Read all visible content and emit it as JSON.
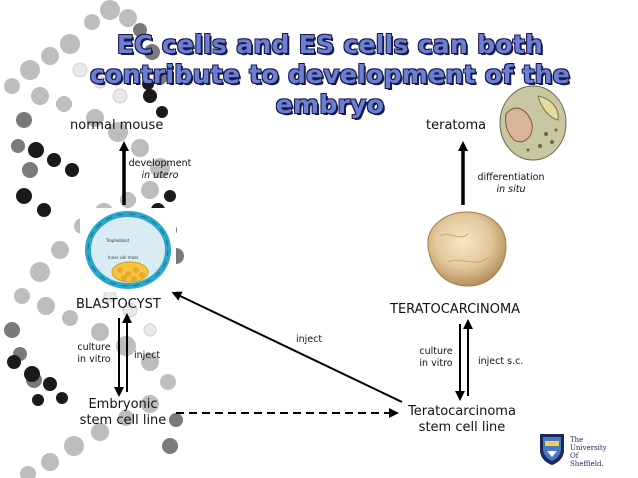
{
  "title": {
    "line1": "EC cells and ES cells can both",
    "line2": "contribute to development of the",
    "line3": "embryo"
  },
  "left": {
    "top_label": "normal mouse",
    "arrow_label_1": "development",
    "arrow_label_2": "in utero",
    "blastocyst_inner_1": "Trophoblast",
    "blastocyst_inner_2": "Inner cell mass",
    "middle_label": "BLASTOCYST",
    "culture_label_1": "culture",
    "culture_label_2": "in vitro",
    "inject_label": "inject",
    "bottom_label_1": "Embryonic",
    "bottom_label_2": "stem cell line"
  },
  "right": {
    "top_label": "teratoma",
    "arrow_label_1": "differentiation",
    "arrow_label_2": "in situ",
    "middle_label": "TERATOCARCINOMA",
    "culture_label_1": "culture",
    "culture_label_2": "in vitro",
    "inject_label": "inject s.c.",
    "bottom_label_1": "Teratocarcinoma",
    "bottom_label_2": "stem cell line"
  },
  "diagonal_label": "inject",
  "logo": {
    "line1": "The",
    "line2": "University",
    "line3": "Of",
    "line4": "Sheffield."
  },
  "colors": {
    "title_fill": "#6b7fd4",
    "title_outline": "#1a1a4a",
    "arrow": "#000000",
    "blastocyst_ring": "#2aa7c9",
    "inner_cell_mass": "#f5c542",
    "logo_navy": "#1b2a5a"
  }
}
